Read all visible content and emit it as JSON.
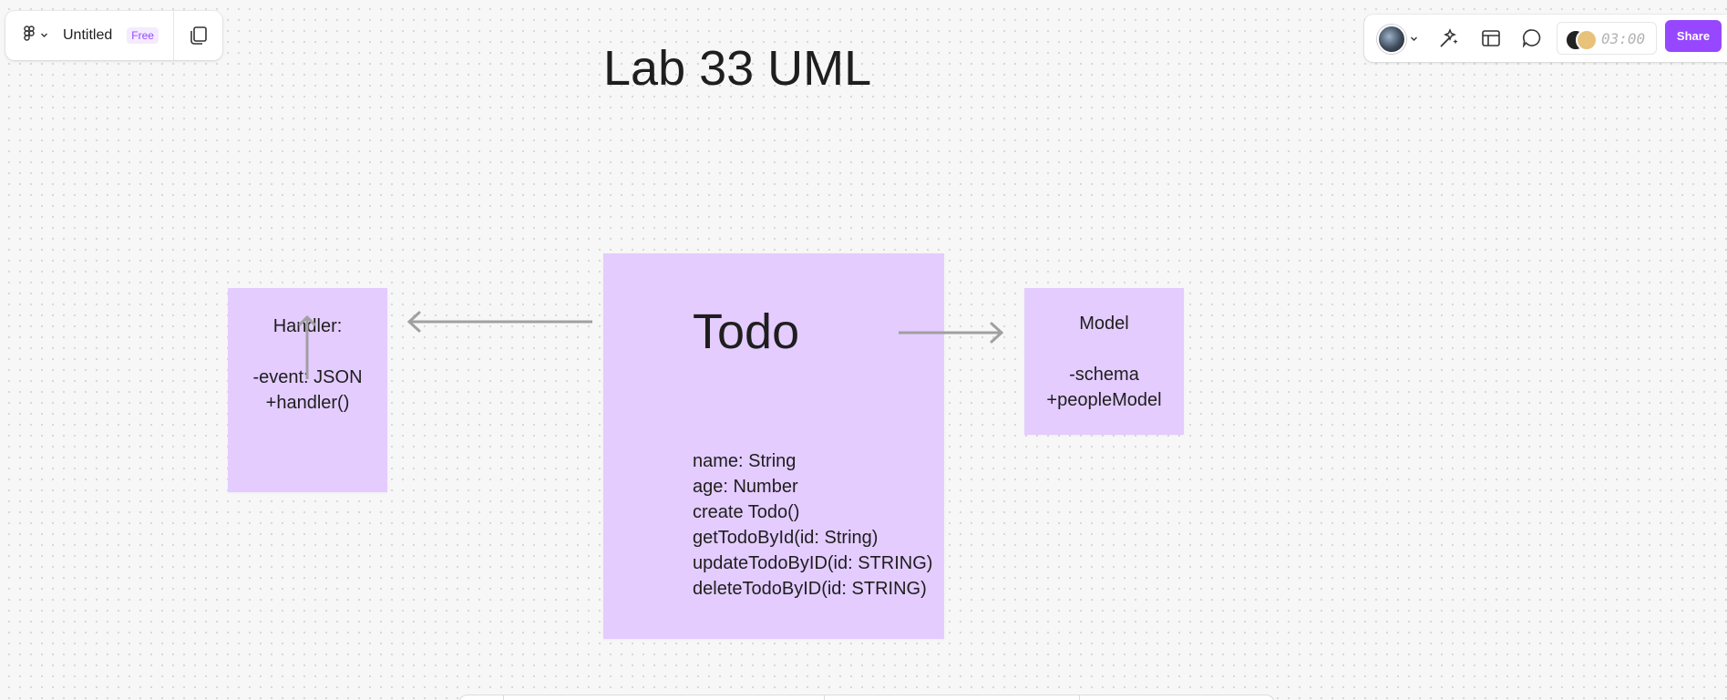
{
  "toolbar_left": {
    "file_name": "Untitled",
    "plan_badge": "Free",
    "menu_icon": "figma-logo-icon",
    "pages_icon": "pages-icon"
  },
  "toolbar_right": {
    "avatar_icon": "user-avatar-icon",
    "timer": "03:00",
    "share_label": "Share",
    "icons": [
      "ai-sparkle-icon",
      "layout-icon",
      "comment-icon"
    ]
  },
  "canvas": {
    "title": "Lab 33 UML",
    "handler_note": {
      "lines": [
        "Handler:",
        "",
        "-event: JSON",
        "+handler()"
      ]
    },
    "todo_note": {
      "heading": "Todo",
      "lines": [
        "name: String",
        "age: Number",
        "create Todo()",
        "getTodoById(id: String)",
        "updateTodoByID(id: STRING)",
        "deleteTodoByID(id: STRING)"
      ]
    },
    "model_note": {
      "lines": [
        "Model",
        "",
        "-schema",
        "+peopleModel"
      ]
    }
  },
  "colors": {
    "sticky_fill": "#e4ccff",
    "accent": "#9747ff",
    "connector": "#a0a0a0"
  }
}
